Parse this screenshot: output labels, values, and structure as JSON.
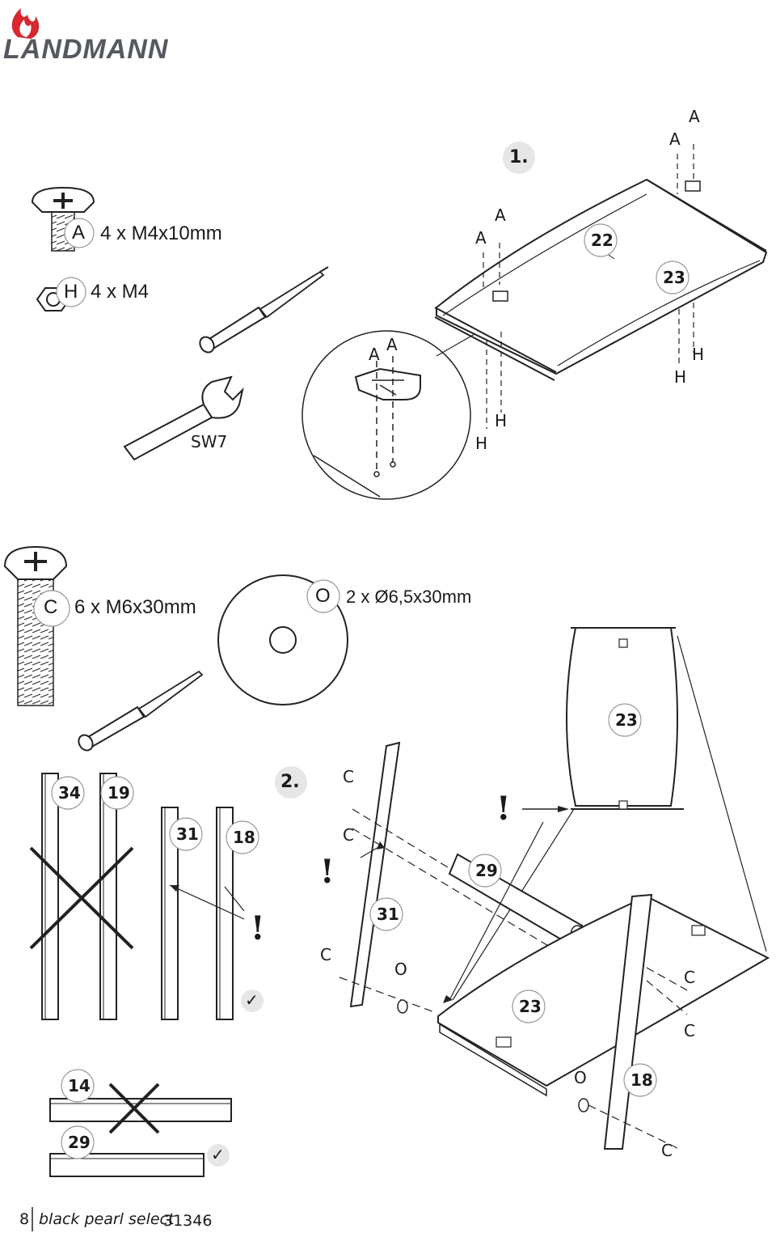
{
  "brand": {
    "name": "LANDMANN"
  },
  "steps": {
    "step1": "1.",
    "step2": "2."
  },
  "hardware": {
    "A": {
      "letter": "A",
      "spec": "4 x M4x10mm"
    },
    "H": {
      "letter": "H",
      "spec": "4 x M4"
    },
    "C": {
      "letter": "C",
      "spec": "6 x M6x30mm"
    },
    "O": {
      "letter": "O",
      "spec": "2 x Ø6,5x30mm"
    }
  },
  "tools": {
    "wrench": "SW7"
  },
  "parts": {
    "p22": "22",
    "p23": "23",
    "p34": "34",
    "p19": "19",
    "p31": "31",
    "p18": "18",
    "p14": "14",
    "p29": "29"
  },
  "labels": {
    "A": "A",
    "H": "H",
    "C": "C",
    "O": "O"
  },
  "marks": {
    "warning": "!",
    "check": "✓"
  },
  "footer": {
    "page": "8",
    "product": "black pearl select",
    "code": "31346"
  },
  "colors": {
    "brand_flame": "#d7282f",
    "brand_text": "#55595f",
    "ink": "#1a1a1a",
    "badge_fill": "#e6e6e6"
  }
}
